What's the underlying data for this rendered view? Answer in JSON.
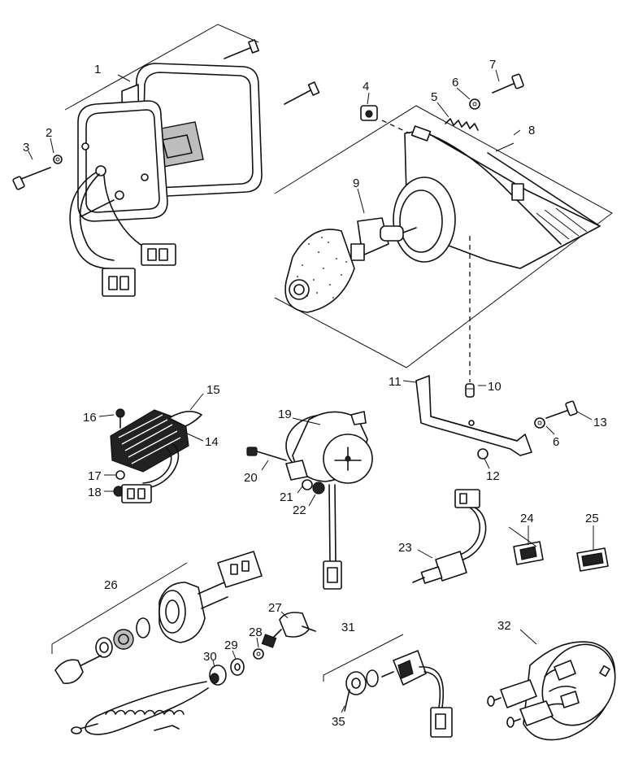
{
  "diagram": {
    "callouts": [
      {
        "id": "c1",
        "text": "1"
      },
      {
        "id": "c2",
        "text": "2"
      },
      {
        "id": "c3",
        "text": "3"
      },
      {
        "id": "c4",
        "text": "4"
      },
      {
        "id": "c5",
        "text": "5"
      },
      {
        "id": "c6a",
        "text": "6"
      },
      {
        "id": "c7",
        "text": "7"
      },
      {
        "id": "c8",
        "text": "8"
      },
      {
        "id": "c9",
        "text": "9"
      },
      {
        "id": "c10",
        "text": "10"
      },
      {
        "id": "c11",
        "text": "11"
      },
      {
        "id": "c6b",
        "text": "6"
      },
      {
        "id": "c12",
        "text": "12"
      },
      {
        "id": "c13",
        "text": "13"
      },
      {
        "id": "c14",
        "text": "14"
      },
      {
        "id": "c15",
        "text": "15"
      },
      {
        "id": "c16",
        "text": "16"
      },
      {
        "id": "c17",
        "text": "17"
      },
      {
        "id": "c18",
        "text": "18"
      },
      {
        "id": "c19",
        "text": "19"
      },
      {
        "id": "c20",
        "text": "20"
      },
      {
        "id": "c21",
        "text": "21"
      },
      {
        "id": "c22",
        "text": "22"
      },
      {
        "id": "c23",
        "text": "23"
      },
      {
        "id": "c24",
        "text": "24"
      },
      {
        "id": "c25",
        "text": "25"
      },
      {
        "id": "c26",
        "text": "26"
      },
      {
        "id": "c27",
        "text": "27"
      },
      {
        "id": "c28",
        "text": "28"
      },
      {
        "id": "c29",
        "text": "29"
      },
      {
        "id": "c30",
        "text": "30"
      },
      {
        "id": "c31",
        "text": "31"
      },
      {
        "id": "c32",
        "text": "32"
      },
      {
        "id": "c35",
        "text": "35"
      }
    ]
  }
}
